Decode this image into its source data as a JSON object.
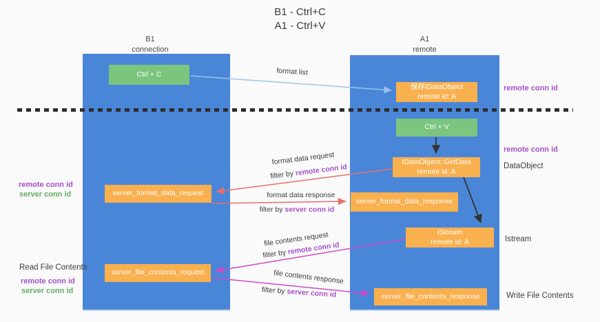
{
  "title": {
    "line1": "B1 - Ctrl+C",
    "line2": "A1 - Ctrl+V"
  },
  "lanes": {
    "left": {
      "name": "B1",
      "sub": "connection"
    },
    "right": {
      "name": "A1",
      "sub": "remote"
    }
  },
  "nodes": {
    "ctrl_c": "Ctrl + C",
    "save_idataobject_l1": "保存IDataObject",
    "save_idataobject_l2": "remote id: A",
    "ctrl_v": "Ctrl + V",
    "getdata_l1": "IDataObject::GetData",
    "getdata_l2": "remote id: A",
    "format_request": "server_format_data_request",
    "format_response": "server_format_data_response",
    "istream_l1": "IStream",
    "istream_l2": "remote id: A",
    "file_request": "server_file_contents_request",
    "file_response": "server_file_contents_response"
  },
  "side_labels": {
    "right_conn_id_top": "remote conn id",
    "right_conn_id_mid": "remote conn id",
    "dataobject": "DataObject",
    "istream": "Istream",
    "write_file": "Write File Contents",
    "left_remote_1": "remote conn id",
    "left_server_1": "server conn id",
    "read_file": "Read File Contents",
    "left_remote_2": "remote conn id",
    "left_server_2": "server conn id"
  },
  "edges": {
    "format_list": "format list",
    "fmt_req": "format data request",
    "fmt_req_filter_prefix": "filter by ",
    "fmt_req_filter_id": "remote conn id",
    "fmt_resp": "format data response",
    "fmt_resp_filter_prefix": "filter by ",
    "fmt_resp_filter_id": "server conn id",
    "file_req": "file contents request",
    "file_req_filter_prefix": "filter by ",
    "file_req_filter_id": "remote conn id",
    "file_resp": "file contents response",
    "file_resp_filter_prefix": "filter by ",
    "file_resp_filter_id": "server conn id"
  },
  "colors": {
    "lane_blue": "#4a86d8",
    "box_orange": "#f9b04e",
    "box_green": "#7cc57e",
    "label_purple": "#a650c8",
    "label_green": "#5fae63",
    "arrow_light_blue": "#9cc3e8",
    "arrow_salmon": "#e56d6d",
    "arrow_magenta": "#cb4bc8",
    "arrow_black": "#333333"
  }
}
